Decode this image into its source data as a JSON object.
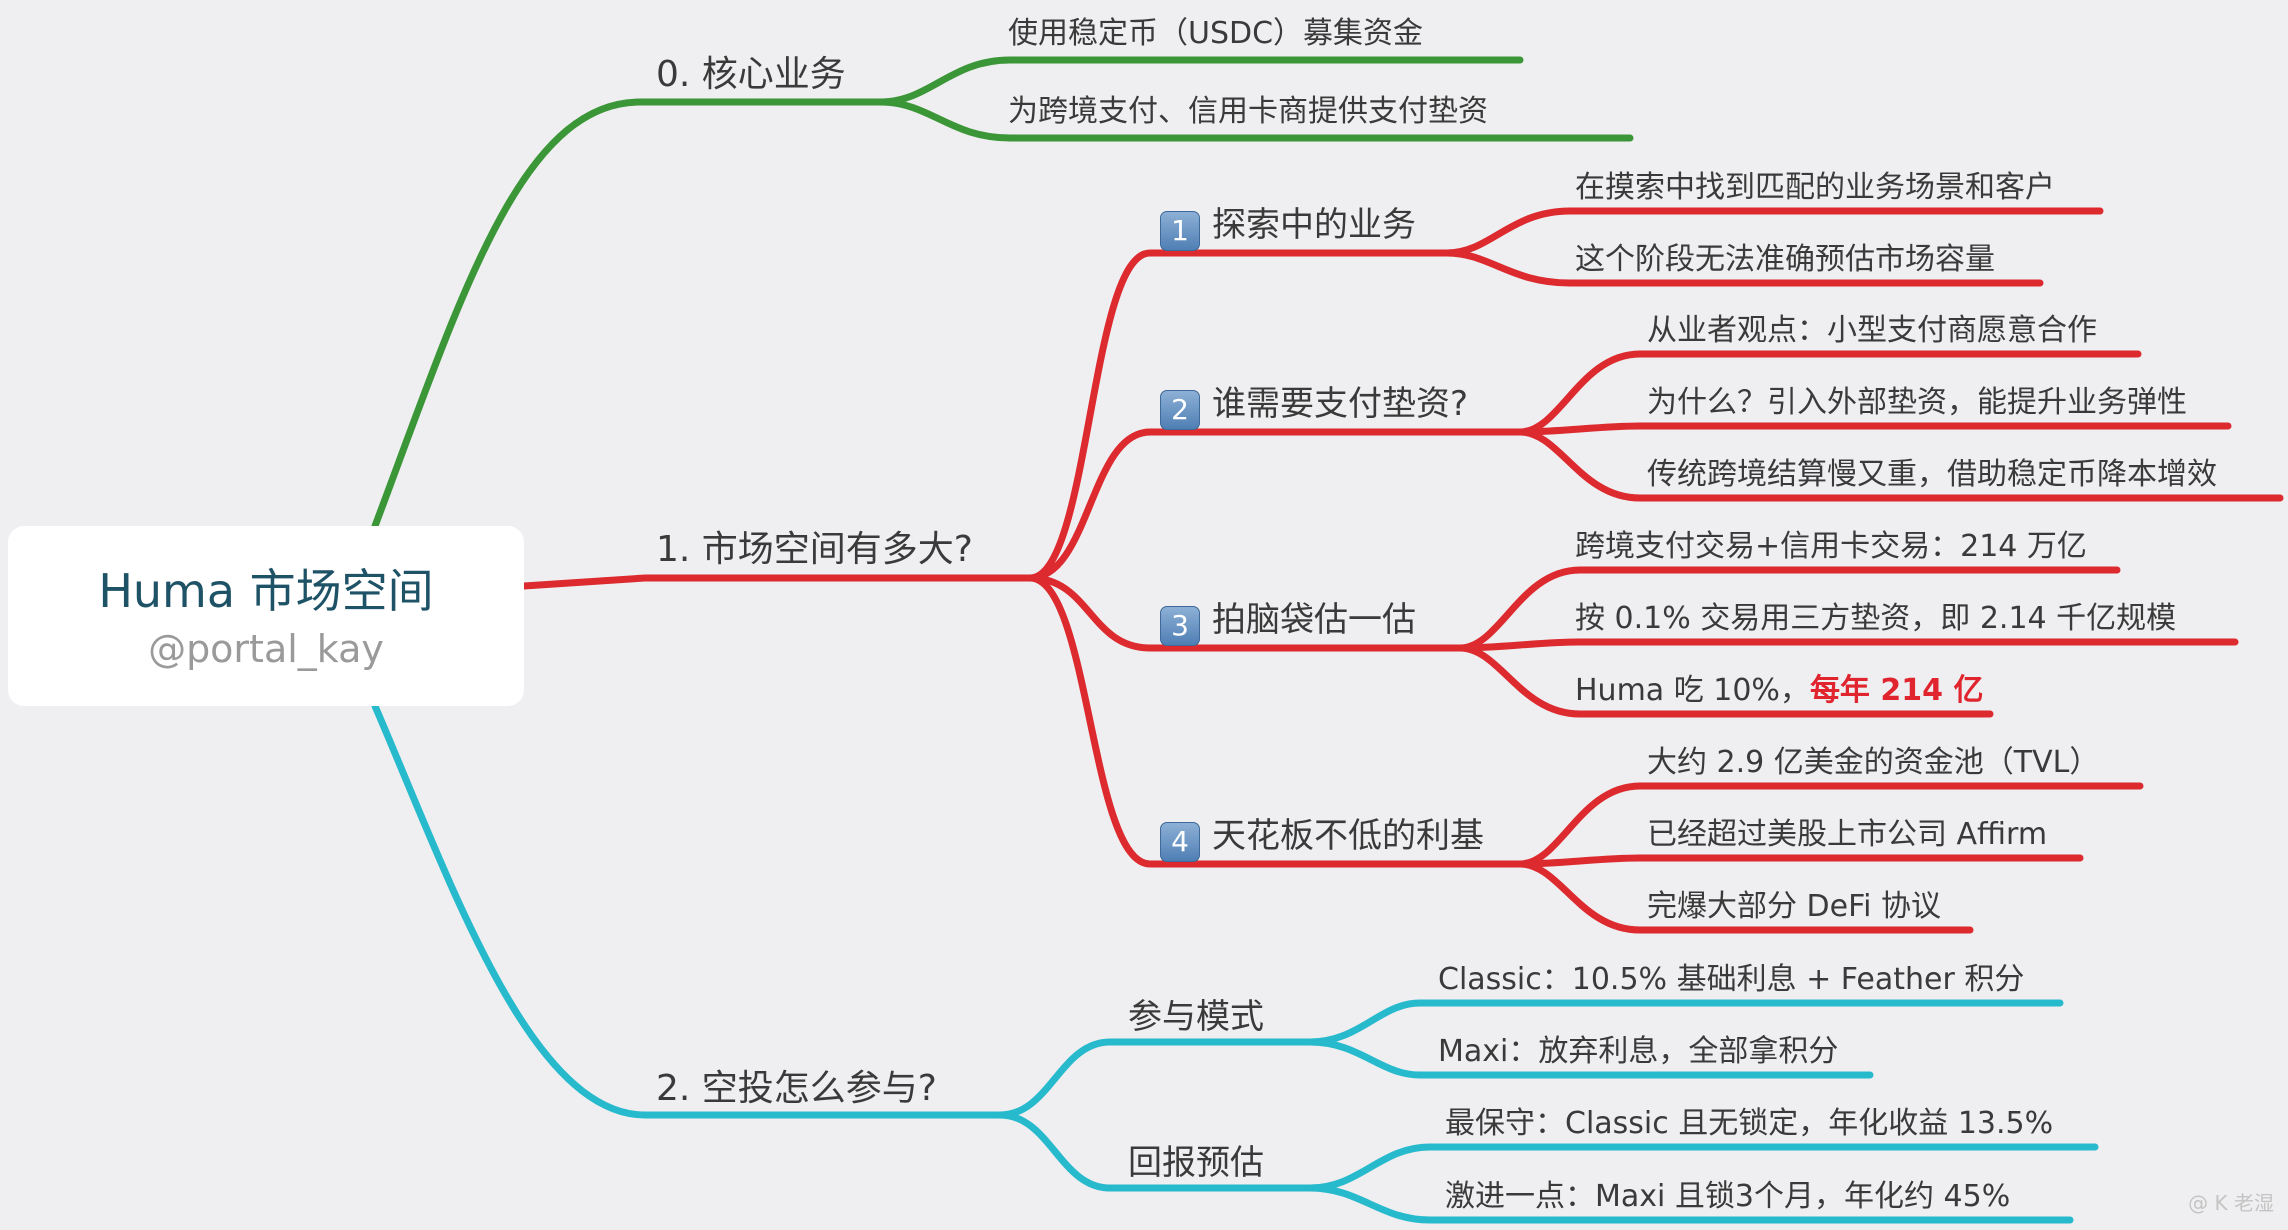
{
  "root": {
    "title": "Huma 市场空间",
    "subtitle": "@portal_kay"
  },
  "colors": {
    "green": "#3b9637",
    "red": "#dc2a2f",
    "cyan": "#27b9cc"
  },
  "branches": [
    {
      "label": "0. 核心业务",
      "children": [
        "使用稳定币（USDC）募集资金",
        "为跨境支付、信用卡商提供支付垫资"
      ]
    },
    {
      "label": "1. 市场空间有多大?",
      "children": [
        {
          "badge": "1",
          "label": "探索中的业务",
          "children": [
            "在摸索中找到匹配的业务场景和客户",
            "这个阶段无法准确预估市场容量"
          ]
        },
        {
          "badge": "2",
          "label": "谁需要支付垫资?",
          "children": [
            "从业者观点：小型支付商愿意合作",
            "为什么？引入外部垫资，能提升业务弹性",
            "传统跨境结算慢又重，借助稳定币降本增效"
          ]
        },
        {
          "badge": "3",
          "label": "拍脑袋估一估",
          "children": [
            "跨境支付交易+信用卡交易：214 万亿",
            "按 0.1% 交易用三方垫资，即 2.14 千亿规模",
            "Huma 吃 10%，"
          ],
          "highlight": "每年 214 亿"
        },
        {
          "badge": "4",
          "label": "天花板不低的利基",
          "children": [
            "大约 2.9 亿美金的资金池（TVL）",
            "已经超过美股上市公司 Affirm",
            "完爆大部分 DeFi 协议"
          ]
        }
      ]
    },
    {
      "label": "2. 空投怎么参与?",
      "children": [
        {
          "label": "参与模式",
          "children": [
            "Classic：10.5% 基础利息 + Feather 积分",
            "Maxi：放弃利息，全部拿积分"
          ]
        },
        {
          "label": "回报预估",
          "children": [
            "最保守：Classic 且无锁定，年化收益 13.5%",
            "激进一点：Maxi 且锁3个月，年化约 45%"
          ]
        }
      ]
    }
  ],
  "watermark": "@ K 老湿"
}
